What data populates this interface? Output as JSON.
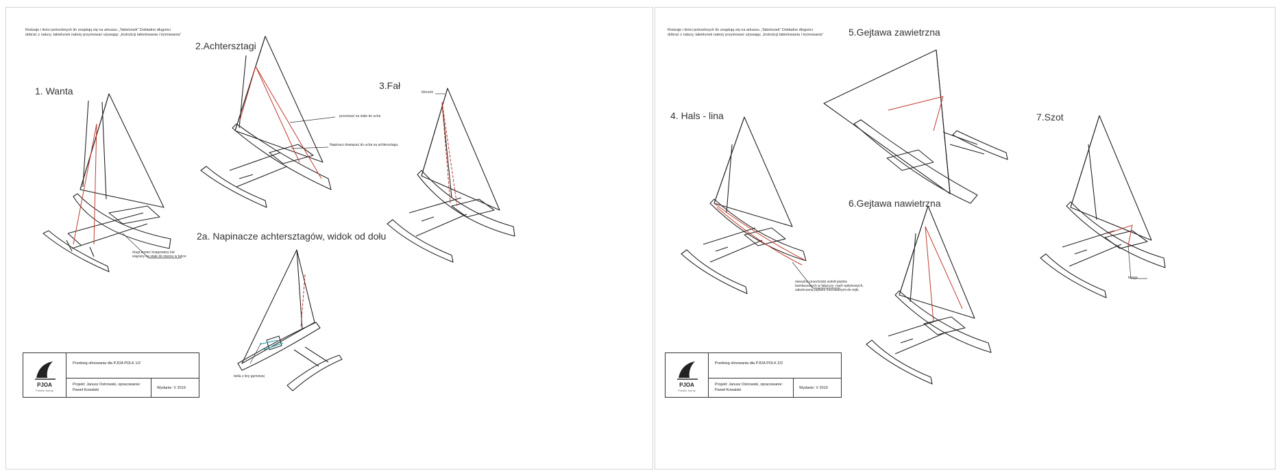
{
  "sheets": [
    {
      "note": "Rodzaje i ilości potrzebnych lin znajdują się na arkuszu „Takielunek” Dokładne długości dobrać z natury, takielunek należy przymować używając „Instrukcji takielowania i trymowania”",
      "labels": {
        "wanta": "1. Wanta",
        "achtersztagi": "2.Achtersztagi",
        "fal": "3.Fał",
        "napinacze": "2a. Napinacze achtersztagów, widok od dołu"
      },
      "callouts": {
        "wanta_end": "drugi koniec knagowany lub wiązany na stałe do otworu w belce",
        "ucho": "przeciwać na stałe do ucha",
        "napinacz": "Napinacz dowiązać do ucha na achtersztagu.",
        "bloczek": "bloczek",
        "lina_gumowa": "bella z liny gumowej"
      },
      "title_block": {
        "brand": "PJOA",
        "brand_sub": "Polskie Jachty",
        "title": "Przebieg olinowania dla PJOA POLK 1/2",
        "author": "Projekt: Janusz Ostrowski, opracowanie: Paweł Kowalski",
        "edition": "Wydanie: V 2019"
      }
    },
    {
      "note": "Rodzaje i ilości potrzebnych lin znajdują się na arkuszu „Takielunek” Dokładne długości dobrać z natury, takielunek należy przymować używając „Instrukcji takielowania i trymowania”",
      "labels": {
        "hals": "4. Hals - lina",
        "gejtawa_zaw": "5.Gejtawa zawietrzna",
        "gejtawa_naw": "6.Gejtawa nawietrzna",
        "szot": "7.Szot"
      },
      "callouts": {
        "hals_note": "mieszina przechodzi wokół prętów bambusowych w fałszczy- nach opływowych, zakończona pętlami mocowanymi do rejki.",
        "knaga": "knaga"
      },
      "title_block": {
        "brand": "PJOA",
        "brand_sub": "Polskie Jachty",
        "title": "Przebieg olinowania dla PJOA POLK 2/2",
        "author": "Projekt: Janusz Ostrowski, opracowanie: Paweł Kowalski",
        "edition": "Wydanie: V 2019"
      }
    }
  ],
  "colors": {
    "line": "#222222",
    "rigging": "#c0392b",
    "accent": "#2fa7b5",
    "border": "#d5d5d5"
  }
}
